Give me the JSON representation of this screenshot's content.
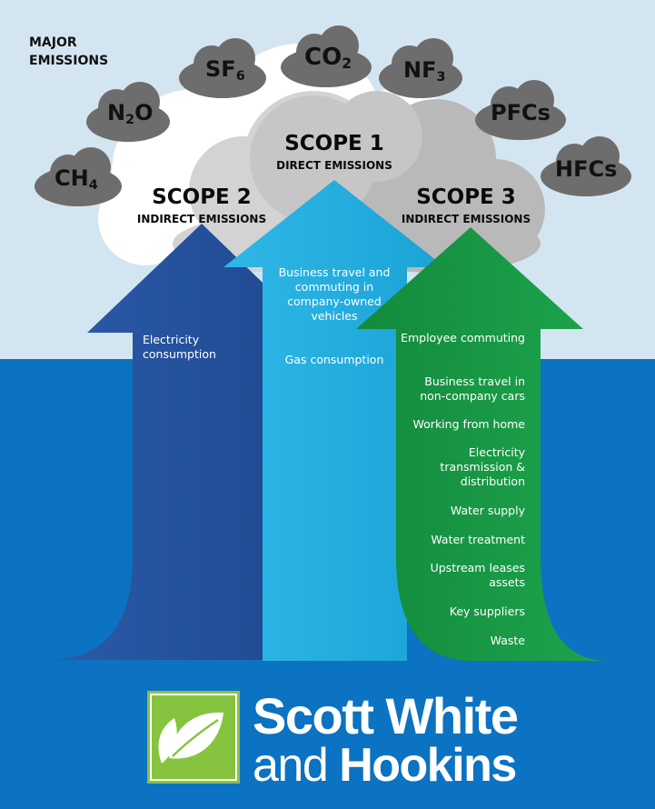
{
  "header": {
    "major_emissions": "MAJOR\nEMISSIONS"
  },
  "gases": [
    {
      "id": "ch4",
      "base": "CH",
      "sub": "4"
    },
    {
      "id": "n2o",
      "base": "N",
      "sub": "2",
      "tail": "O"
    },
    {
      "id": "sf6",
      "base": "SF",
      "sub": "6"
    },
    {
      "id": "co2",
      "base": "CO",
      "sub": "2"
    },
    {
      "id": "nf3",
      "base": "NF",
      "sub": "3"
    },
    {
      "id": "pfcs",
      "base": "PFCs"
    },
    {
      "id": "hfcs",
      "base": "HFCs"
    }
  ],
  "scopes": {
    "scope1": {
      "title": "SCOPE 1",
      "subtitle": "DIRECT EMISSIONS",
      "items": [
        "Business travel and commuting in company-owned vehicles",
        "Gas consumption"
      ]
    },
    "scope2": {
      "title": "SCOPE 2",
      "subtitle": "INDIRECT EMISSIONS",
      "items": [
        "Electricity consumption"
      ]
    },
    "scope3": {
      "title": "SCOPE 3",
      "subtitle": "INDIRECT EMISSIONS",
      "items": [
        "Employee commuting",
        "Business travel in non-company cars",
        "Working from home",
        "Electricity transmission & distribution",
        "Water supply",
        "Water treatment",
        "Upstream leases assets",
        "Key suppliers",
        "Waste"
      ]
    }
  },
  "brand": {
    "line1": "Scott White",
    "line2_light": "and ",
    "line2_bold": "Hookins"
  },
  "colors": {
    "sky": "#d4e5f2",
    "sea": "#0c72c2",
    "gas_cloud": "#6d6d6d",
    "scope2_arrow": "#2a56a4",
    "scope1_arrow": "#25ade0",
    "scope3_arrow": "#159845",
    "logo_green": "#86c440"
  }
}
